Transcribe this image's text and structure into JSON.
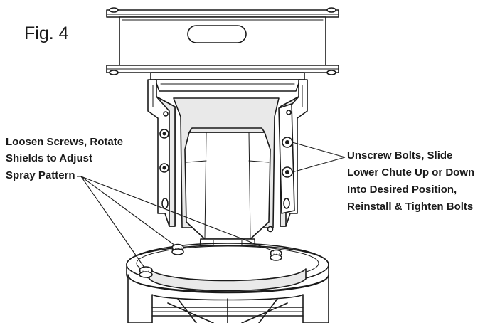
{
  "figure": {
    "title": "Fig. 4"
  },
  "callouts": {
    "left": {
      "lines": [
        "Loosen Screws, Rotate",
        "Shields to Adjust",
        "Spray Pattern"
      ]
    },
    "right": {
      "lines": [
        "Unscrew Bolts, Slide",
        "Lower Chute Up or Down",
        "Into Desired Position,",
        "Reinstall & Tighten Bolts"
      ]
    }
  },
  "colors": {
    "ink": "#1a1a1a",
    "background": "#ffffff"
  }
}
